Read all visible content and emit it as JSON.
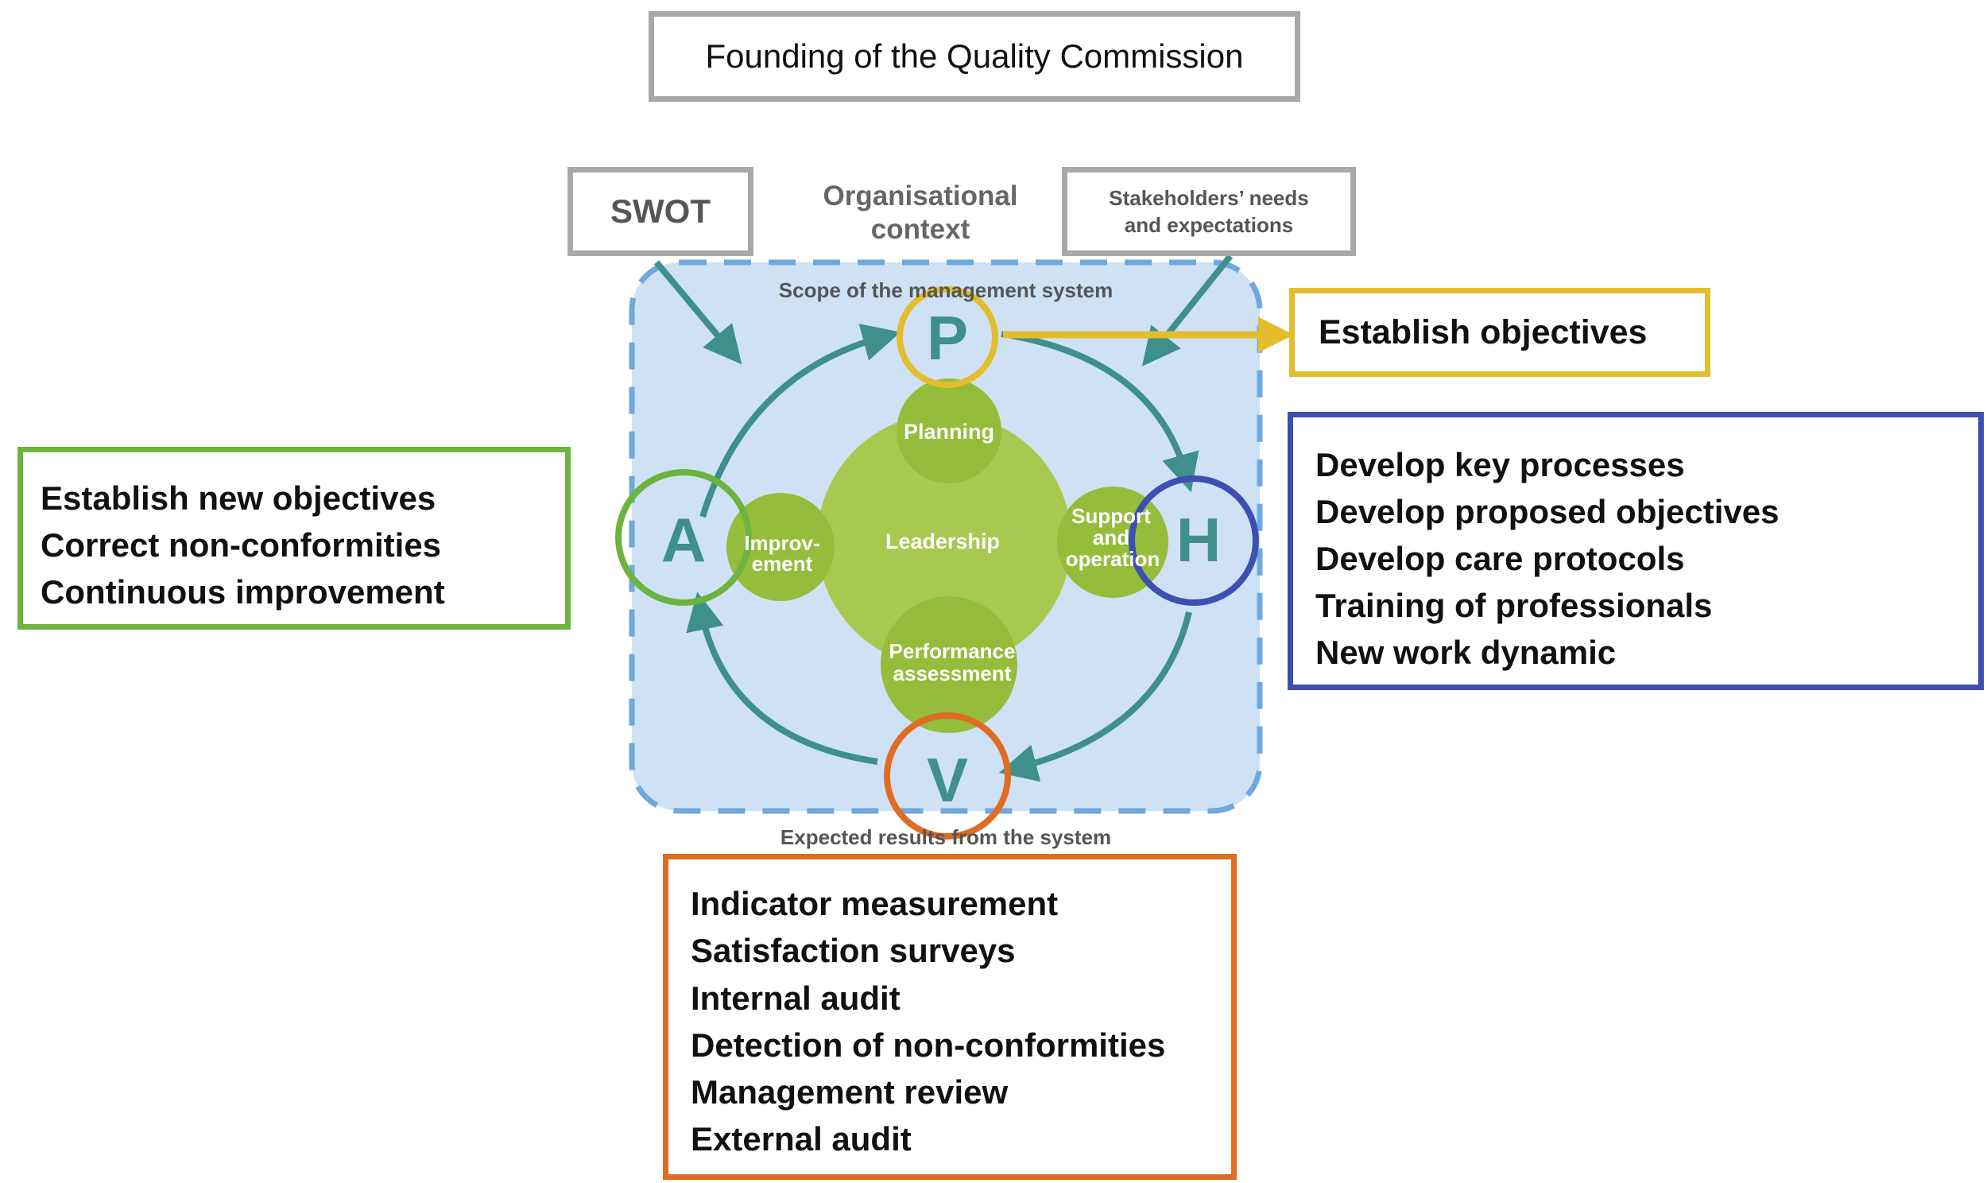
{
  "founding_title": "Founding of the Quality Commission",
  "swot_label": "SWOT",
  "organisational_context": [
    "Organisational",
    "context"
  ],
  "stakeholders": [
    "Stakeholders’ needs",
    "and expectations"
  ],
  "scope_label": "Scope of the management system",
  "expected_label": "Expected results from the system",
  "pdca": {
    "p": "P",
    "h": "H",
    "v": "V",
    "a": "A",
    "center": "Leadership",
    "top": "Planning",
    "left": [
      "Improv-",
      "ement"
    ],
    "right": [
      "Support",
      "and",
      "operation"
    ],
    "bottom": [
      "Performance",
      "assessment"
    ]
  },
  "establish_objectives": "Establish objectives",
  "act_items": [
    "Establish new objectives",
    "Correct non-conformities",
    "Continuous improvement"
  ],
  "do_items": [
    "Develop key processes",
    "Develop proposed objectives",
    "Develop care protocols",
    "Training of professionals",
    "New work dynamic"
  ],
  "check_items": [
    "Indicator measurement",
    "Satisfaction surveys",
    "Internal audit",
    "Detection of non-conformities",
    "Management review",
    "External audit"
  ],
  "colors": {
    "plan": "#e4bd2c",
    "do": "#3d4fb0",
    "check": "#e06c24",
    "act": "#6db33f",
    "teal": "#3f8f8d",
    "scope_fill": "#cfe2f5",
    "scope_border": "#6fa8dc",
    "green_light": "#a8c94f",
    "green_mid": "#94bd3c"
  }
}
